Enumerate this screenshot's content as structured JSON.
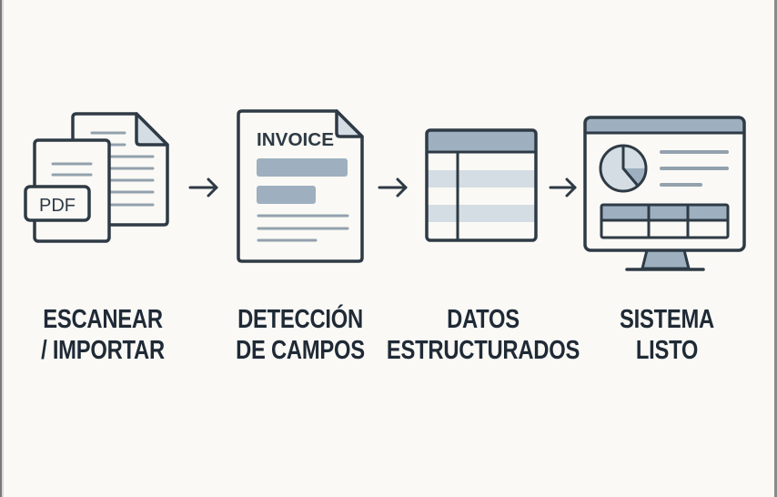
{
  "diagram": {
    "type": "process-flow",
    "direction": "left-to-right",
    "colors": {
      "background": "#faf9f5",
      "stroke": "#2e3a45",
      "accent_fill": "#9eb0c0",
      "light_fill": "#d4dde4",
      "line_gray": "#93a1ad",
      "text": "#1f2a36"
    },
    "steps": [
      {
        "id": "scan",
        "icon": "pdf-documents-icon",
        "icon_text": "PDF",
        "label_line1": "ESCANEAR",
        "label_line2": "/ IMPORTAR"
      },
      {
        "id": "detect",
        "icon": "invoice-document-icon",
        "icon_text": "INVOICE",
        "label_line1": "DETECCIÓN",
        "label_line2": "DE CAMPOS"
      },
      {
        "id": "structure",
        "icon": "data-table-icon",
        "label_line1": "DATOS",
        "label_line2": "ESTRUCTURADOS"
      },
      {
        "id": "ready",
        "icon": "monitor-dashboard-icon",
        "label_line1": "SISTEMA",
        "label_line2": "LISTO"
      }
    ],
    "connectors": [
      {
        "from": "scan",
        "to": "detect",
        "icon": "arrow-right-icon"
      },
      {
        "from": "detect",
        "to": "structure",
        "icon": "arrow-right-icon"
      },
      {
        "from": "structure",
        "to": "ready",
        "icon": "arrow-right-icon"
      }
    ]
  }
}
